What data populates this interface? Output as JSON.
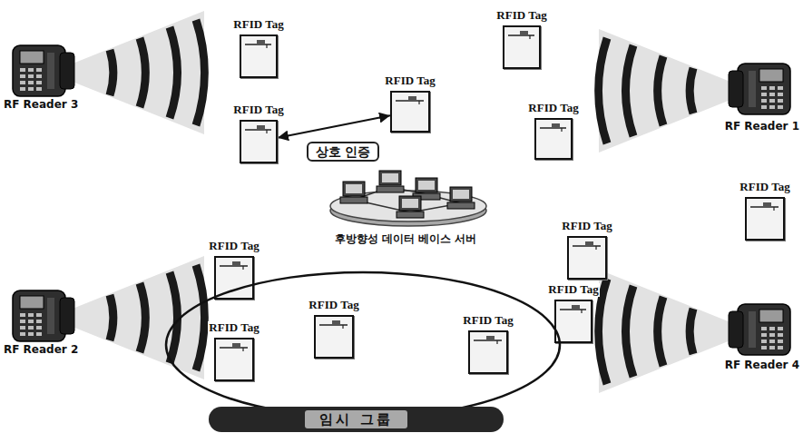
{
  "diagram": {
    "nodes": [
      {
        "text": [
          "RFID Tag"
        ]
      },
      {
        "text": [
          "RFID Tag"
        ]
      },
      {
        "text": [
          "RFID Tag"
        ]
      },
      {
        "text": [
          "RFID Tag"
        ]
      },
      {
        "text": [
          "RFID Tag"
        ]
      },
      {
        "text": [
          "RFID Tag"
        ]
      },
      {
        "text": [
          "RFID Tag"
        ]
      },
      {
        "text": [
          "RFID Tag"
        ]
      },
      {
        "text": [
          "RFID Tag"
        ]
      },
      {
        "text": [
          "임시 그룹"
        ]
      },
      {
        "text": [
          "RFID Tag"
        ],
        "in": 9
      },
      {
        "text": [
          "RFID Tag"
        ],
        "in": 9
      },
      {
        "text": [
          "RFID Tag"
        ],
        "in": 9
      }
    ],
    "edges": [
      {
        "from": 3,
        "to": 2,
        "arrow": "both",
        "label": "상호 인증"
      }
    ],
    "labels": [
      "RF Reader 3",
      "RF Reader 1",
      "후방향성 데이터 베이스 서버",
      "RF Reader 2",
      "RF Reader 4"
    ]
  }
}
